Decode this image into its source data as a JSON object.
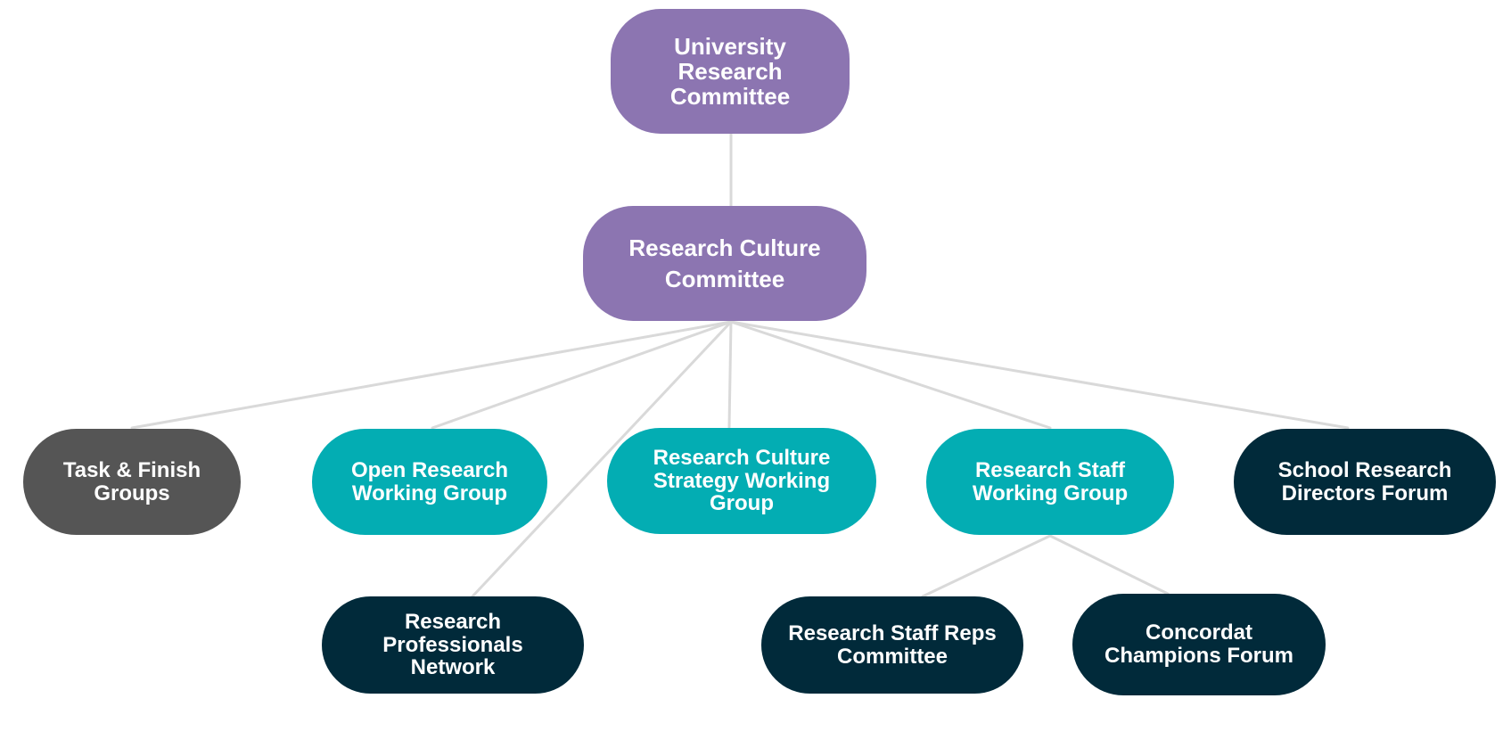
{
  "diagram": {
    "type": "org-chart",
    "colors": {
      "purple": "#8c75b1",
      "teal": "#03adb3",
      "navy": "#012a3a",
      "gray": "#555555",
      "connector": "#d9d9d9"
    },
    "nodes": [
      {
        "id": "urc",
        "label_lines": [
          "University",
          "Research",
          "Committee"
        ],
        "color": "purple"
      },
      {
        "id": "rcc",
        "label_lines": [
          "Research Culture",
          "Committee"
        ],
        "color": "purple"
      },
      {
        "id": "tfg",
        "label_lines": [
          "Task & Finish",
          "Groups"
        ],
        "color": "gray"
      },
      {
        "id": "orwg",
        "label_lines": [
          "Open Research",
          "Working Group"
        ],
        "color": "teal"
      },
      {
        "id": "rcswg",
        "label_lines": [
          "Research Culture",
          "Strategy Working",
          "Group"
        ],
        "color": "teal"
      },
      {
        "id": "rswg",
        "label_lines": [
          "Research Staff",
          "Working Group"
        ],
        "color": "teal"
      },
      {
        "id": "srdf",
        "label_lines": [
          "School Research",
          "Directors Forum"
        ],
        "color": "navy"
      },
      {
        "id": "rpn",
        "label_lines": [
          "Research",
          "Professionals",
          "Network"
        ],
        "color": "navy"
      },
      {
        "id": "rsrc",
        "label_lines": [
          "Research Staff Reps",
          "Committee"
        ],
        "color": "navy"
      },
      {
        "id": "ccf",
        "label_lines": [
          "Concordat",
          "Champions Forum"
        ],
        "color": "navy"
      }
    ],
    "edges": [
      [
        "urc",
        "rcc"
      ],
      [
        "rcc",
        "tfg"
      ],
      [
        "rcc",
        "orwg"
      ],
      [
        "rcc",
        "rpn"
      ],
      [
        "rcc",
        "rcswg"
      ],
      [
        "rcc",
        "rswg"
      ],
      [
        "rcc",
        "srdf"
      ],
      [
        "rswg",
        "rsrc"
      ],
      [
        "rswg",
        "ccf"
      ]
    ]
  }
}
